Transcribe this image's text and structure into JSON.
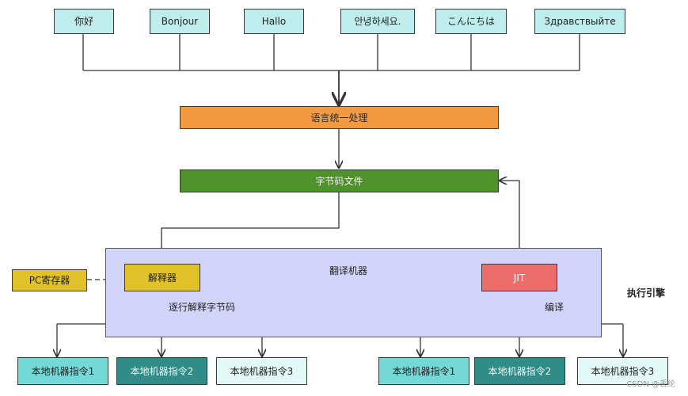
{
  "languages": [
    "你好",
    "Bonjour",
    "Hallo",
    "안녕하세요.",
    "こんにちは",
    "Здравствыйте"
  ],
  "unify_label": "语言统一处理",
  "bytecode_label": "字节码文件",
  "translator": {
    "title": "翻译机器",
    "interpreter_label": "解释器",
    "jit_label": "JIT",
    "interpret_note": "逐行解释字节码",
    "compile_note": "编译"
  },
  "pc_register_label": "PC寄存器",
  "engine_label": "执行引擎",
  "native_left": [
    "本地机器指令1",
    "本地机器指令2",
    "本地机器指令3"
  ],
  "native_right": [
    "本地机器指令1",
    "本地机器指令2",
    "本地机器指令3"
  ],
  "watermark": "CSDN @丢纶",
  "colors": {
    "language_box": "#bfeded",
    "unify_box": "#f19a42",
    "bytecode_box": "#4f922d",
    "translator_region": "#d3d4f9",
    "interpreter_box": "#e1c22a",
    "jit_box": "#ec6e6c",
    "native_1": "#74d8d7",
    "native_2": "#2f8c86",
    "native_3": "#e3f9f8"
  }
}
